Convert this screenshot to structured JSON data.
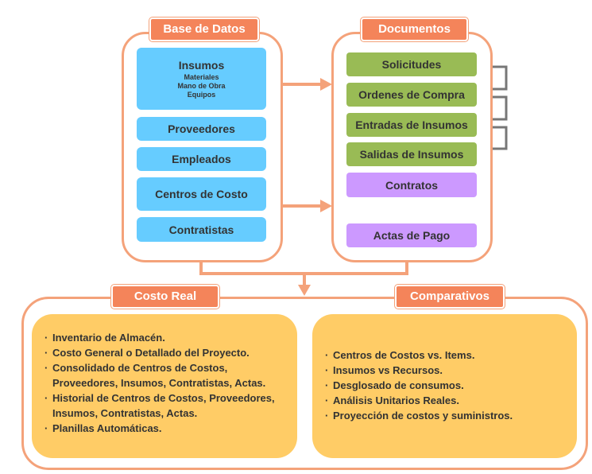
{
  "base_de_datos": {
    "title": "Base de Datos",
    "insumos": {
      "label": "Insumos",
      "sub": [
        "Materiales",
        "Mano de Obra",
        "Equipos"
      ]
    },
    "items": [
      "Proveedores",
      "Empleados",
      "Centros de Costo",
      "Contratistas"
    ]
  },
  "documentos": {
    "title": "Documentos",
    "flow": [
      "Solicitudes",
      "Ordenes de Compra",
      "Entradas de Insumos",
      "Salidas de Insumos"
    ],
    "contratos": "Contratos",
    "actas": "Actas de Pago"
  },
  "costo_real": {
    "title": "Costo Real",
    "items": [
      "Inventario de Almacén.",
      "Costo General o Detallado del Proyecto.",
      "Consolidado de Centros de Costos, Proveedores, Insumos, Contratistas, Actas.",
      "Historial de Centros de Costos, Proveedores, Insumos, Contratistas, Actas.",
      "Planillas Automáticas."
    ]
  },
  "comparativos": {
    "title": "Comparativos",
    "items": [
      "Centros de Costos vs. Items.",
      "Insumos vs Recursos.",
      "Desglosado de consumos.",
      "Análisis Unitarios Reales.",
      "Proyección de costos y suministros."
    ]
  },
  "colors": {
    "accent": "#f4845a",
    "border": "#f4a27a",
    "blue": "#66ccff",
    "green": "#99bb55",
    "purple": "#cc99ff",
    "yellow": "#ffcc66",
    "flow_arrow": "#777777"
  }
}
